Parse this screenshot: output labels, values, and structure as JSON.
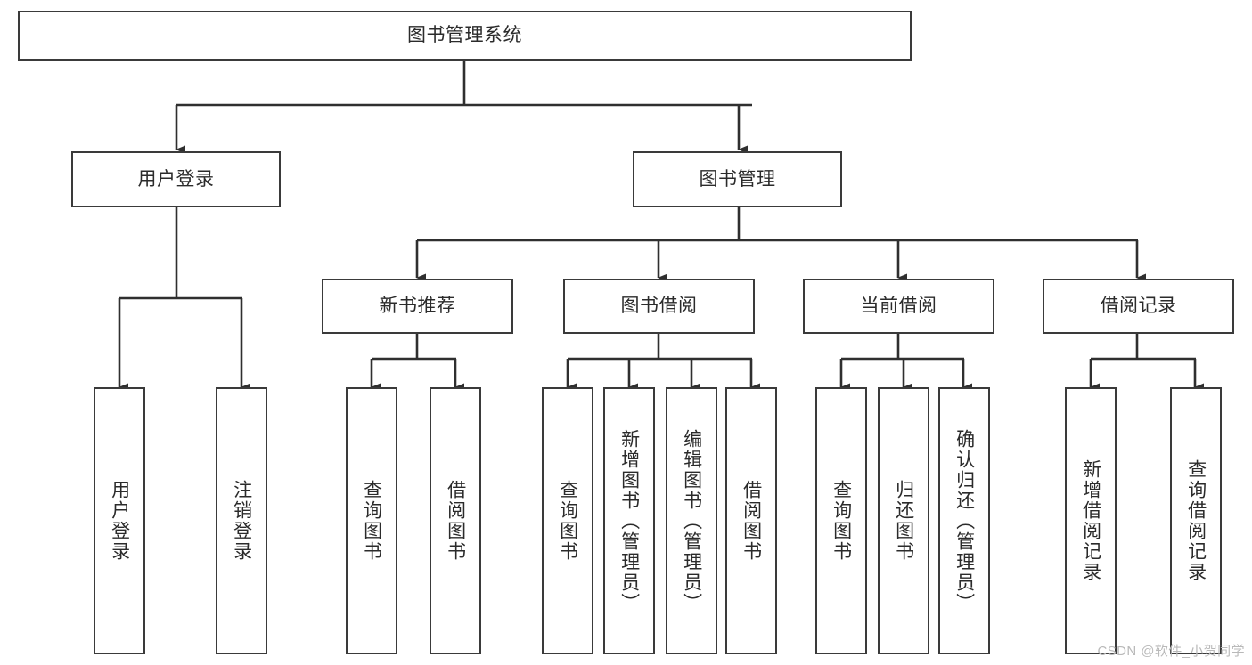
{
  "diagram": {
    "title": "图书管理系统",
    "type": "tree",
    "watermark": "CSDN @软件_小贺同学",
    "colors": {
      "box_border": "#3a3a3a",
      "box_fill": "#ffffff",
      "connector": "#2f2f2f",
      "text": "#2b2b2b",
      "watermark": "#b9b9b9",
      "background": "#ffffff"
    },
    "nodes": {
      "root": {
        "label": "图书管理系统"
      },
      "level2": [
        {
          "id": "user-login",
          "label": "用户登录"
        },
        {
          "id": "book-manage",
          "label": "图书管理"
        }
      ],
      "level3": [
        {
          "id": "new-book-recommend",
          "label": "新书推荐"
        },
        {
          "id": "book-borrow",
          "label": "图书借阅"
        },
        {
          "id": "current-borrow",
          "label": "当前借阅"
        },
        {
          "id": "borrow-record",
          "label": "借阅记录"
        }
      ],
      "leaves": [
        {
          "id": "leaf-user-login",
          "label": "用户登录",
          "parent": "user-login"
        },
        {
          "id": "leaf-logout-login",
          "label": "注销登录",
          "parent": "user-login"
        },
        {
          "id": "leaf-query-book-1",
          "label": "查询图书",
          "parent": "new-book-recommend"
        },
        {
          "id": "leaf-borrow-book-1",
          "label": "借阅图书",
          "parent": "new-book-recommend"
        },
        {
          "id": "leaf-query-book-2",
          "label": "查询图书",
          "parent": "book-borrow"
        },
        {
          "id": "leaf-add-book",
          "label": "新增图书（管理员）",
          "parent": "book-borrow"
        },
        {
          "id": "leaf-edit-book",
          "label": "编辑图书（管理员）",
          "parent": "book-borrow"
        },
        {
          "id": "leaf-borrow-book-2",
          "label": "借阅图书",
          "parent": "book-borrow"
        },
        {
          "id": "leaf-query-book-3",
          "label": "查询图书",
          "parent": "current-borrow"
        },
        {
          "id": "leaf-return-book",
          "label": "归还图书",
          "parent": "current-borrow"
        },
        {
          "id": "leaf-confirm-return",
          "label": "确认归还（管理员）",
          "parent": "current-borrow"
        },
        {
          "id": "leaf-add-record",
          "label": "新增借阅记录",
          "parent": "borrow-record"
        },
        {
          "id": "leaf-query-record",
          "label": "查询借阅记录",
          "parent": "borrow-record"
        }
      ]
    }
  }
}
